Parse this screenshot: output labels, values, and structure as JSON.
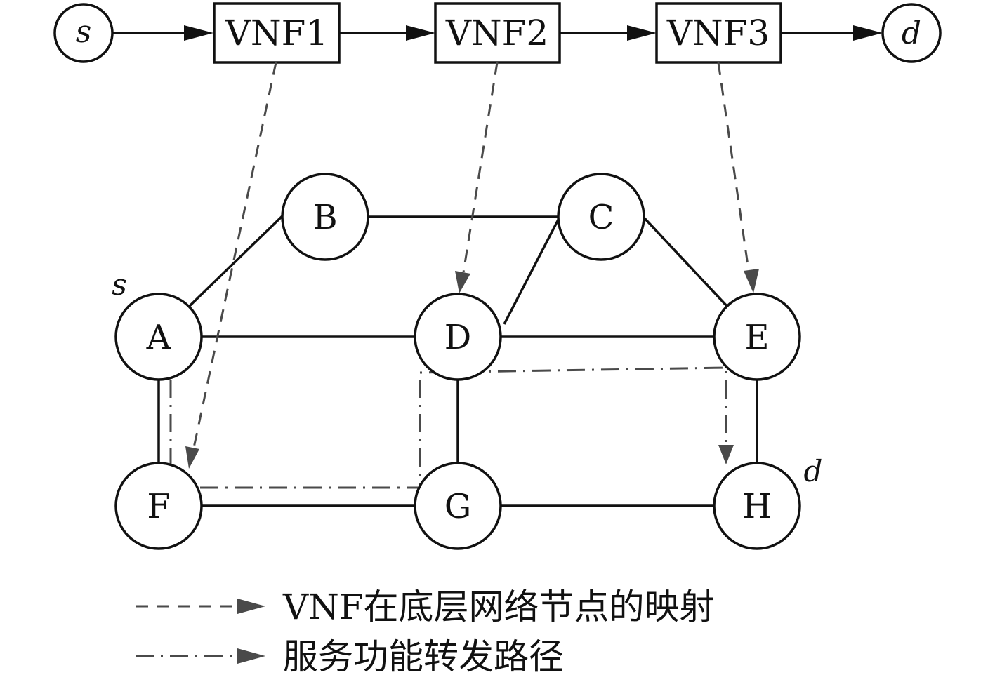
{
  "chain": {
    "source": "s",
    "vnfs": [
      "VNF1",
      "VNF2",
      "VNF3"
    ],
    "destination": "d"
  },
  "substrate": {
    "nodes": [
      "A",
      "B",
      "C",
      "D",
      "E",
      "F",
      "G",
      "H"
    ],
    "edges": [
      [
        "A",
        "B"
      ],
      [
        "B",
        "C"
      ],
      [
        "A",
        "D"
      ],
      [
        "C",
        "D"
      ],
      [
        "C",
        "E"
      ],
      [
        "D",
        "E"
      ],
      [
        "A",
        "F"
      ],
      [
        "D",
        "G"
      ],
      [
        "E",
        "H"
      ],
      [
        "F",
        "G"
      ],
      [
        "G",
        "H"
      ]
    ],
    "source_label": "s",
    "destination_label": "d",
    "source_node": "A",
    "destination_node": "H"
  },
  "mapping": [
    {
      "vnf": "VNF1",
      "node": "F"
    },
    {
      "vnf": "VNF2",
      "node": "D"
    },
    {
      "vnf": "VNF3",
      "node": "E"
    }
  ],
  "forwarding_path": [
    "A",
    "F",
    "G",
    "D",
    "E",
    "H"
  ],
  "legend": {
    "mapping_label": "VNF在底层网络节点的映射",
    "path_label": "服务功能转发路径"
  },
  "colors": {
    "stroke": "#111111",
    "dashed": "#4a4a4a",
    "background": "#ffffff"
  }
}
